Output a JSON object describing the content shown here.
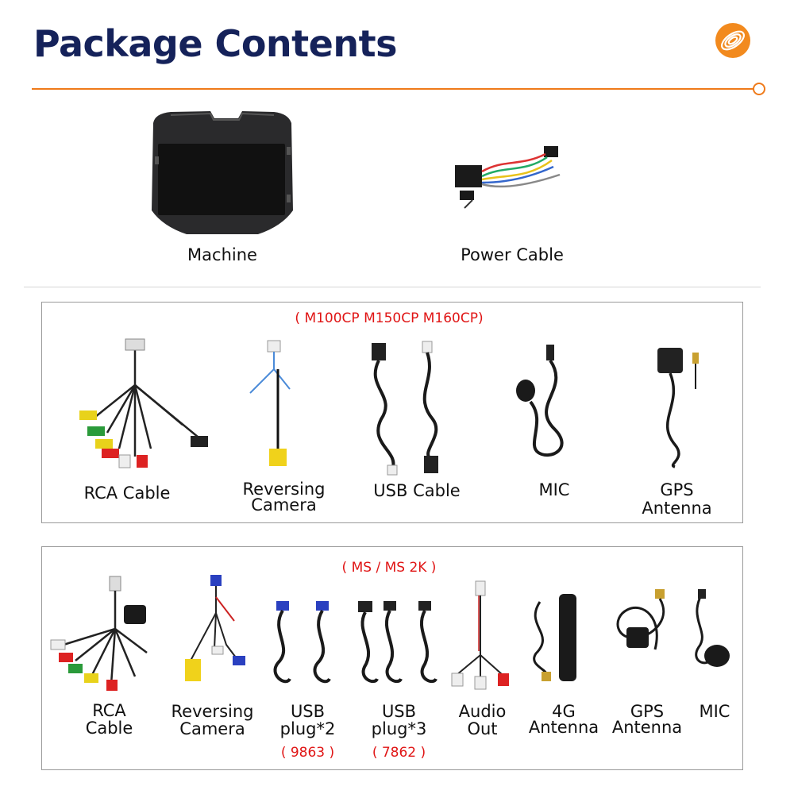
{
  "header": {
    "title": "Package Contents"
  },
  "top_items": [
    {
      "label": "Machine"
    },
    {
      "label": "Power Cable"
    }
  ],
  "section1": {
    "title": "( M100CP M150CP M160CP)",
    "items": [
      {
        "label": "RCA Cable"
      },
      {
        "label_line1": "Reversing",
        "label_line2": "Camera"
      },
      {
        "label": "USB Cable"
      },
      {
        "label": "MIC"
      },
      {
        "label_line1": "GPS",
        "label_line2": "Antenna"
      }
    ]
  },
  "section2": {
    "title": "( MS / MS 2K )",
    "items": [
      {
        "label_line1": "RCA",
        "label_line2": "Cable"
      },
      {
        "label_line1": "Reversing",
        "label_line2": "Camera"
      },
      {
        "label_line1": "USB",
        "label_line2": "plug*2",
        "code": "( 9863 )"
      },
      {
        "label_line1": "USB",
        "label_line2": "plug*3",
        "code": "( 7862 )"
      },
      {
        "label_line1": "Audio",
        "label_line2": "Out"
      },
      {
        "label_line1": "4G",
        "label_line2": "Antenna"
      },
      {
        "label_line1": "GPS",
        "label_line2": "Antenna"
      },
      {
        "label": "MIC"
      }
    ]
  },
  "colors": {
    "brand_navy": "#15225a",
    "accent_orange": "#ef7a1a",
    "model_red": "#e01515"
  }
}
